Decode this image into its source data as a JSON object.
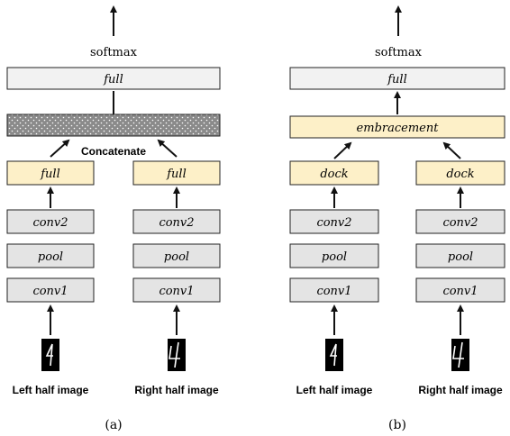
{
  "colors": {
    "gray_box": "#e4e4e4",
    "light_box": "#f2f2f2",
    "yellow_box": "#fdf0c8",
    "concat_box": "#888888",
    "stroke": "#222222"
  },
  "panel_a": {
    "output_label": "softmax",
    "top_layer": "full",
    "merge_label": "Concatenate",
    "left_branch": {
      "head": "full",
      "conv2": "conv2",
      "pool": "pool",
      "conv1": "conv1",
      "input": "Left half image"
    },
    "right_branch": {
      "head": "full",
      "conv2": "conv2",
      "pool": "pool",
      "conv1": "conv1",
      "input": "Right half image"
    },
    "caption": "(a)"
  },
  "panel_b": {
    "output_label": "softmax",
    "top_layer": "full",
    "merge_layer": "embracement",
    "left_branch": {
      "head": "dock",
      "conv2": "conv2",
      "pool": "pool",
      "conv1": "conv1",
      "input": "Left half image"
    },
    "right_branch": {
      "head": "dock",
      "conv2": "conv2",
      "pool": "pool",
      "conv1": "conv1",
      "input": "Right half image"
    },
    "caption": "(b)"
  }
}
